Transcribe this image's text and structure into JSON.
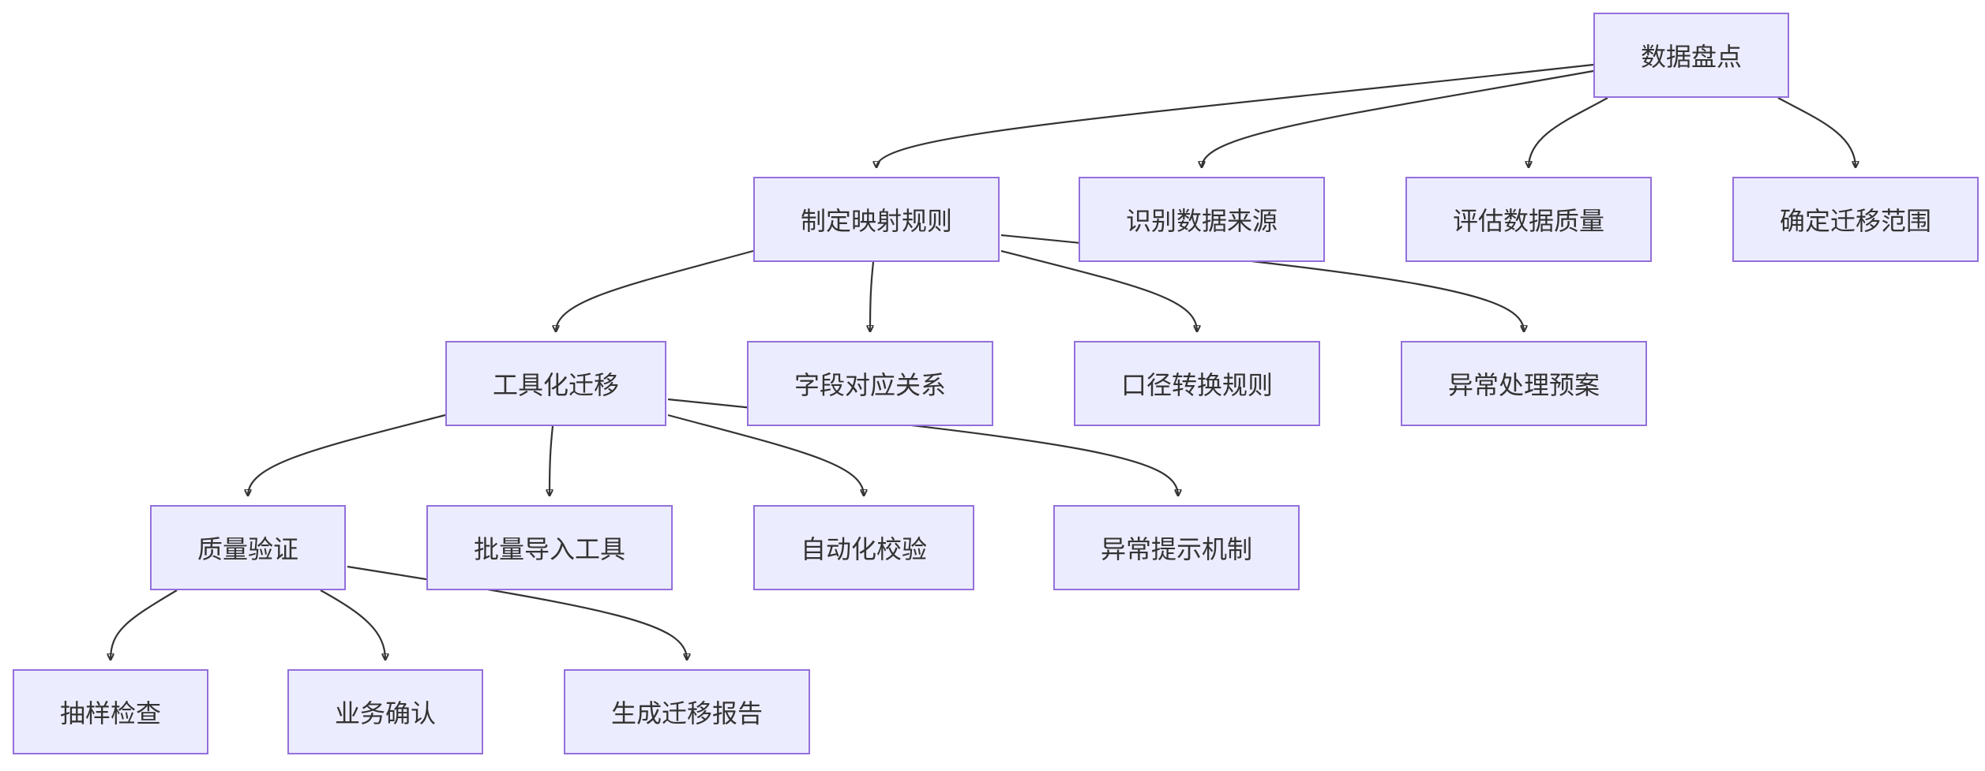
{
  "diagram": {
    "nodes": {
      "n1": "数据盘点",
      "n2": "制定映射规则",
      "n3": "识别数据来源",
      "n4": "评估数据质量",
      "n5": "确定迁移范围",
      "n6": "工具化迁移",
      "n7": "字段对应关系",
      "n8": "口径转换规则",
      "n9": "异常处理预案",
      "n10": "质量验证",
      "n11": "批量导入工具",
      "n12": "自动化校验",
      "n13": "异常提示机制",
      "n14": "抽样检查",
      "n15": "业务确认",
      "n16": "生成迁移报告"
    },
    "edges": [
      {
        "from": "n1",
        "to": "n2"
      },
      {
        "from": "n1",
        "to": "n3"
      },
      {
        "from": "n1",
        "to": "n4"
      },
      {
        "from": "n1",
        "to": "n5"
      },
      {
        "from": "n2",
        "to": "n6"
      },
      {
        "from": "n2",
        "to": "n7"
      },
      {
        "from": "n2",
        "to": "n8"
      },
      {
        "from": "n2",
        "to": "n9"
      },
      {
        "from": "n6",
        "to": "n10"
      },
      {
        "from": "n6",
        "to": "n11"
      },
      {
        "from": "n6",
        "to": "n12"
      },
      {
        "from": "n6",
        "to": "n13"
      },
      {
        "from": "n10",
        "to": "n14"
      },
      {
        "from": "n10",
        "to": "n15"
      },
      {
        "from": "n10",
        "to": "n16"
      }
    ],
    "colors": {
      "node_fill": "#ececff",
      "node_border": "#9370db",
      "edge": "#333333",
      "text": "#333333"
    }
  }
}
